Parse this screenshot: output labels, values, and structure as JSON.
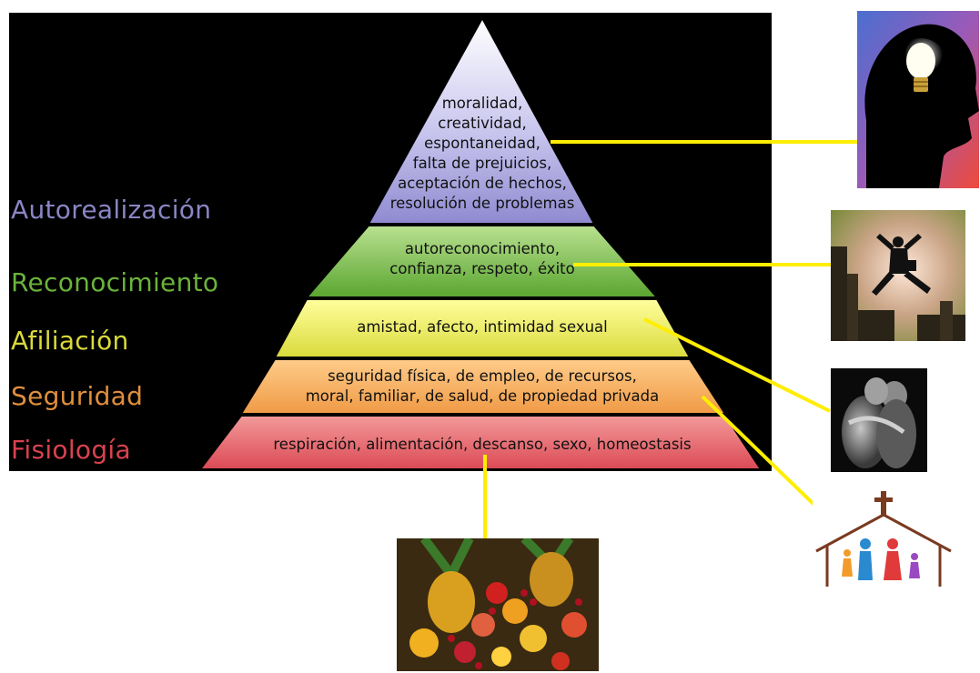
{
  "levels": [
    {
      "key": "autorealizacion",
      "label": "Autorealización",
      "color": "#8a85c4",
      "text_lines": [
        "moralidad,",
        "creatividad,",
        "espontaneidad,",
        "falta de prejuicios,",
        "aceptación de hechos,",
        "resolución de problemas"
      ]
    },
    {
      "key": "reconocimiento",
      "label": "Reconocimiento",
      "color": "#6ab33b",
      "text_lines": [
        "autoreconocimiento,",
        "confianza, respeto, éxito"
      ]
    },
    {
      "key": "afiliacion",
      "label": "Afiliación",
      "color": "#d9d93b",
      "text_lines": [
        "amistad, afecto, intimidad sexual"
      ]
    },
    {
      "key": "seguridad",
      "label": "Seguridad",
      "color": "#e08f3c",
      "text_lines": [
        "seguridad física, de empleo, de recursos,",
        "moral, familiar, de salud, de propiedad privada"
      ]
    },
    {
      "key": "fisiologia",
      "label": "Fisiología",
      "color": "#d9424f",
      "text_lines": [
        "respiración, alimentación, descanso, sexo, homeostasis"
      ]
    }
  ],
  "connector_color": "#ffee00",
  "images": [
    {
      "key": "lightbulb-head",
      "icon": "lightbulb-head-image"
    },
    {
      "key": "jumping-man",
      "icon": "jumping-businessman-image"
    },
    {
      "key": "couple",
      "icon": "embracing-couple-image"
    },
    {
      "key": "family-house",
      "icon": "family-house-cross-image"
    },
    {
      "key": "fruit",
      "icon": "fruit-assortment-image"
    }
  ]
}
